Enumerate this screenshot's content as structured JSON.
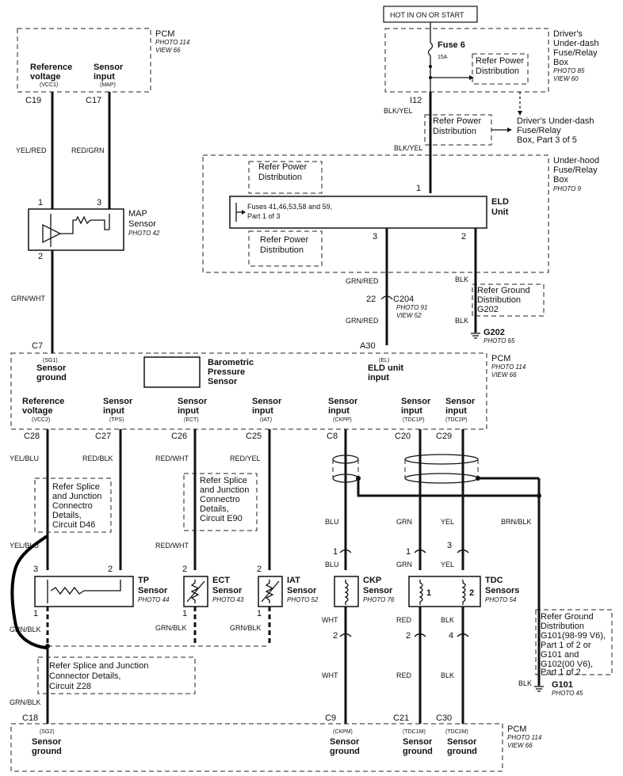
{
  "hot_box": "HOT IN ON OR START",
  "pcm_top": {
    "name": "PCM",
    "photo": "PHOTO 114",
    "view": "VIEW 66",
    "ref_voltage": [
      "Reference",
      "voltage"
    ],
    "vcc1": "(VCC1)",
    "sensor_input": [
      "Sensor",
      "input"
    ],
    "map_code": "(MAP)"
  },
  "pins_top": {
    "c19": "C19",
    "c17": "C17"
  },
  "wire_colors": {
    "yel_red": "YEL/RED",
    "red_grn": "RED/GRN",
    "grn_wht": "GRN/WHT",
    "blk_yel": "BLK/YEL",
    "grn_red": "GRN/RED",
    "blk": "BLK",
    "yel_blu": "YEL/BLU",
    "red_blk": "RED/BLK",
    "red_wht": "RED/WHT",
    "red_yel": "RED/YEL",
    "blu": "BLU",
    "grn": "GRN",
    "yel": "YEL",
    "brn_blk": "BRN/BLK",
    "grn_blk": "GRN/BLK",
    "wht": "WHT",
    "red": "RED",
    "yel_blu2": "YEL/BLU"
  },
  "map": {
    "name": [
      "MAP",
      "Sensor"
    ],
    "photo": "PHOTO 42",
    "pin1": "1",
    "pin3": "3",
    "pin2": "2"
  },
  "fuse_box": {
    "fuse": "Fuse 6",
    "amps": "15A",
    "refer": [
      "Refer Power",
      "Distribution"
    ],
    "name": [
      "Driver's",
      "Under-dash",
      "Fuse/Relay",
      "Box"
    ],
    "photo": "PHOTO 85",
    "view": "VIEW 60"
  },
  "i12": "I12",
  "refer_pd_mid": [
    "Refer Power",
    "Distribution"
  ],
  "driver_ud": [
    "Driver's Under-dash",
    "Fuse/Relay",
    "Box, Part 3 of 5"
  ],
  "underhood": {
    "name": [
      "Under-hood",
      "Fuse/Relay",
      "Box"
    ],
    "photo": "PHOTO 9",
    "refer_top": [
      "Refer Power",
      "Distribution"
    ],
    "refer_bot": [
      "Refer Power",
      "Distribution"
    ]
  },
  "eld": {
    "fuses": [
      "Fuses 41,46,53,58 and 59,",
      "Part 1 of 3"
    ],
    "name": [
      "ELD",
      "Unit"
    ],
    "pin1": "1",
    "pin3": "3",
    "pin2": "2"
  },
  "c204": {
    "pin": "22",
    "name": "C204",
    "photo": "PHOTO 91",
    "view": "VIEW 52"
  },
  "ground_g202": {
    "refer": [
      "Refer Ground",
      "Distribution",
      "G202"
    ],
    "name": "G202",
    "photo": "PHOTO 65"
  },
  "pcm_mid": {
    "name": "PCM",
    "photo": "PHOTO 114",
    "view": "VIEW 66",
    "c7": "C7",
    "a30": "A30",
    "sg1": "(SG1)",
    "sensor_ground": [
      "Sensor",
      "ground"
    ],
    "baro": [
      "Barometric",
      "Pressure",
      "Sensor"
    ],
    "el": "(EL)",
    "eld_input": [
      "ELD unit",
      "input"
    ],
    "ref_voltage": [
      "Reference",
      "voltage"
    ],
    "vcc2": "(VCC2)",
    "inputs": [
      {
        "label": [
          "Sensor",
          "input"
        ],
        "code": "(TPS)"
      },
      {
        "label": [
          "Sensor",
          "input"
        ],
        "code": "(ECT)"
      },
      {
        "label": [
          "Sensor",
          "input"
        ],
        "code": "(IAT)"
      },
      {
        "label": [
          "Sensor",
          "input"
        ],
        "code": "(CKPP)"
      },
      {
        "label": [
          "Sensor",
          "input"
        ],
        "code": "(TDC1P)"
      },
      {
        "label": [
          "Sensor",
          "input"
        ],
        "code": "(TDC2P)"
      }
    ]
  },
  "pins_mid": [
    "C28",
    "C27",
    "C26",
    "C25",
    "C8",
    "C20",
    "C29"
  ],
  "refer_splice_d46": [
    "Refer Splice",
    "and Junction",
    "Connectro",
    "Details,",
    "Circuit D46"
  ],
  "refer_splice_e90": [
    "Refer Splice",
    "and Junction",
    "Connectro",
    "Details,",
    "Circuit E90"
  ],
  "sensors": {
    "tp": {
      "name": [
        "TP",
        "Sensor"
      ],
      "photo": "PHOTO 44",
      "pin3": "3",
      "pin2": "2",
      "pin1": "1"
    },
    "ect": {
      "name": [
        "ECT",
        "Sensor"
      ],
      "photo": "PHOTO 43",
      "pin2": "2",
      "pin1": "1"
    },
    "iat": {
      "name": [
        "IAT",
        "Sensor"
      ],
      "photo": "PHOTO 52",
      "pin2": "2",
      "pin1": "1"
    },
    "ckp": {
      "name": [
        "CKP",
        "Sensor"
      ],
      "photo": "PHOTO 76",
      "pin1": "1",
      "pin2": "2"
    },
    "tdc": {
      "name": [
        "TDC",
        "Sensors"
      ],
      "photo": "PHOTO 54",
      "pin1": "1",
      "pin3": "3",
      "pin2": "2",
      "pin4": "4",
      "coil1": "1",
      "coil2": "2"
    }
  },
  "refer_ground_g101": [
    "Refer Ground",
    "Distribution",
    "G101(98-99 V6),",
    "Part 1 of 2  or",
    "G101 and",
    "G102(00 V6),",
    "Part 1 of 2"
  ],
  "g101": {
    "name": "G101",
    "photo": "PHOTO 45"
  },
  "refer_splice_z28": [
    "Refer Splice and Junction",
    "Connector Details,",
    "Circuit Z28"
  ],
  "pcm_bot": {
    "name": "PCM",
    "photo": "PHOTO 114",
    "view": "VIEW 66",
    "pins": [
      "C18",
      "C9",
      "C21",
      "C30"
    ],
    "grounds": [
      {
        "code": "(SG2)",
        "label": [
          "Sensor",
          "ground"
        ]
      },
      {
        "code": "(CKPM)",
        "label": [
          "Sensor",
          "ground"
        ]
      },
      {
        "code": "(TDC1M)",
        "label": [
          "Sensor",
          "ground"
        ]
      },
      {
        "code": "(TDC2M)",
        "label": [
          "Sensor",
          "ground"
        ]
      }
    ]
  }
}
